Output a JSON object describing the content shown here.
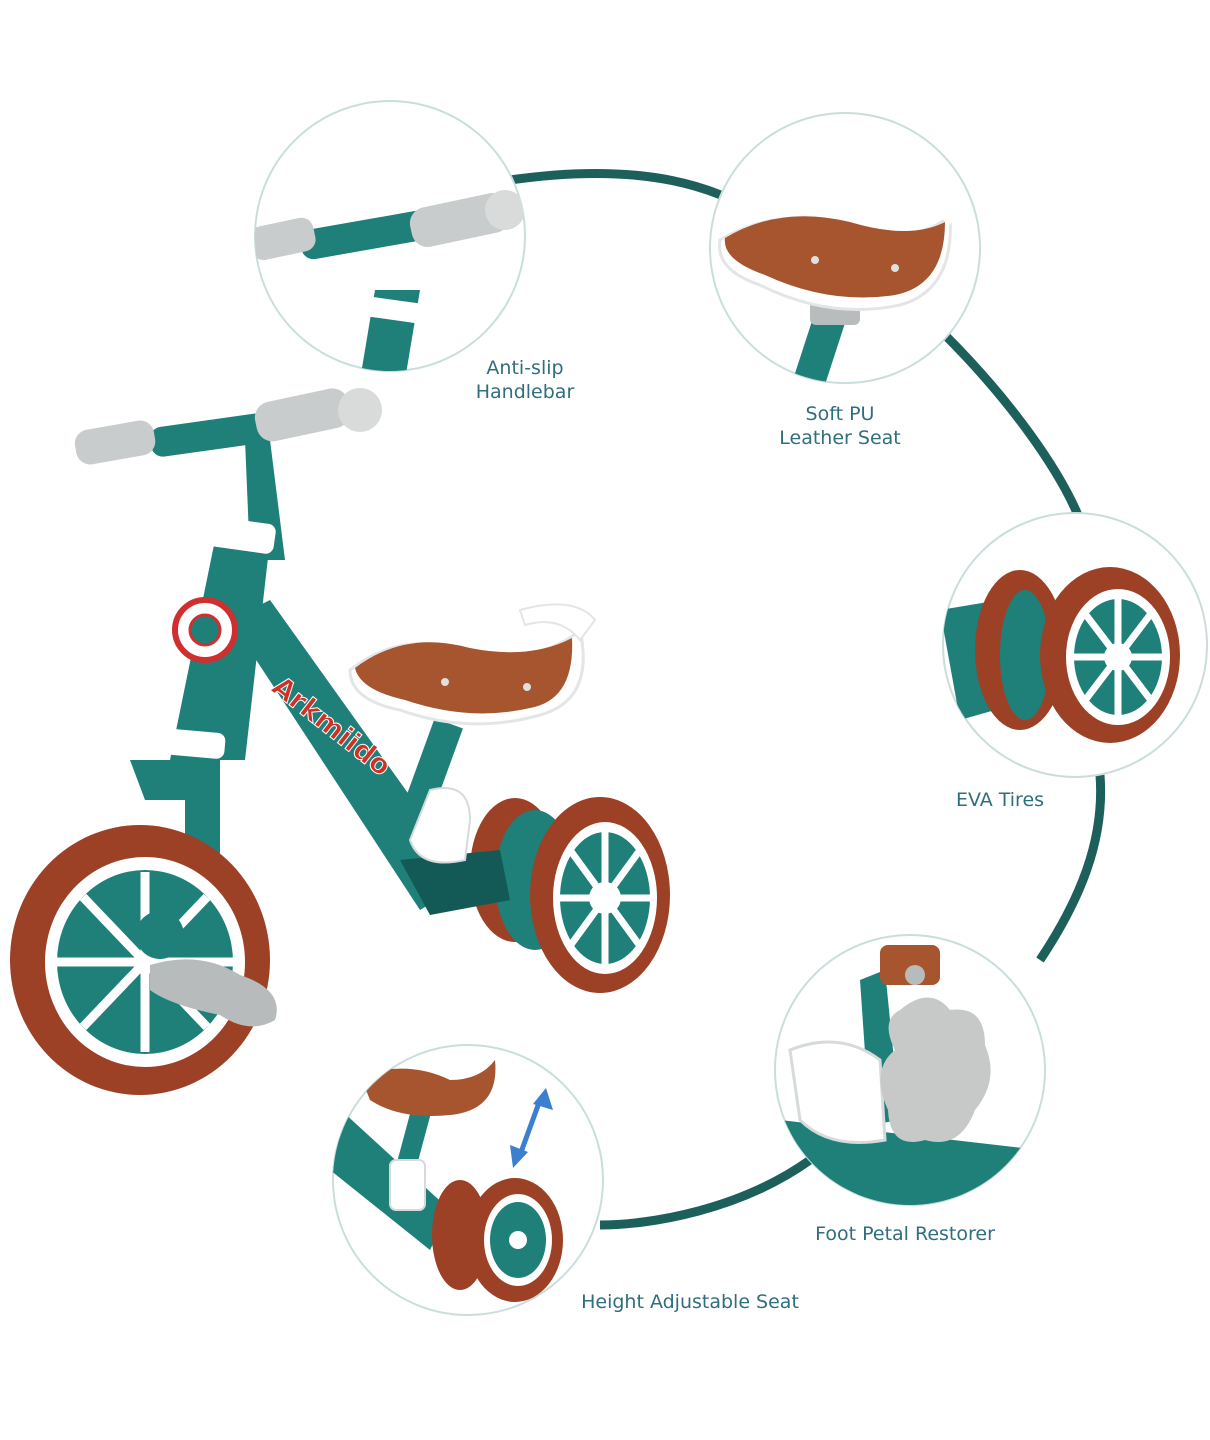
{
  "product": {
    "brand_decal": "Arkmiido",
    "colors": {
      "frame": "#1f7f79",
      "frame_dark": "#135a57",
      "tire": "#9c4126",
      "seat": "#a6552e",
      "grip": "#c9cccc",
      "ring": "#1d5f5b",
      "circle_border": "#c9dedc",
      "label_text": "#2f6e7e",
      "arrow": "#3a7fd0"
    }
  },
  "features": [
    {
      "id": "handlebar",
      "icon": "handlebar-detail",
      "lines": [
        "Anti-slip",
        "Handlebar"
      ]
    },
    {
      "id": "seat",
      "icon": "seat-detail",
      "lines": [
        "Soft PU",
        "Leather Seat"
      ]
    },
    {
      "id": "tires",
      "icon": "tire-detail",
      "lines": [
        "EVA Tires"
      ]
    },
    {
      "id": "pedal",
      "icon": "pedal-detail",
      "lines": [
        "Foot Petal Restorer"
      ]
    },
    {
      "id": "height",
      "icon": "height-detail",
      "lines": [
        "Height Adjustable Seat"
      ]
    }
  ]
}
